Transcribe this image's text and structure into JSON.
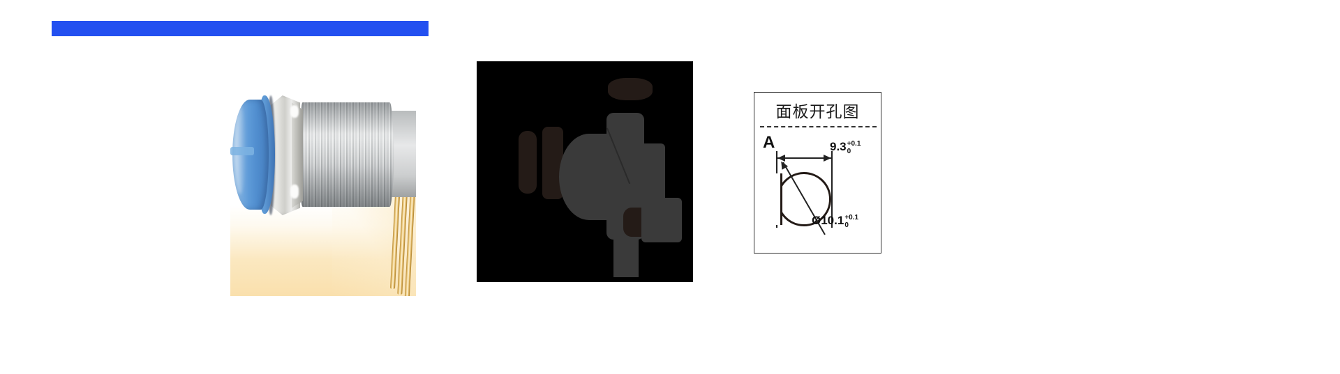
{
  "header": {
    "bar_color": "#2350f0"
  },
  "product_photo": {
    "alt": "blue-cap-push-button-switch-photo",
    "cap_color": "#5d9ad8",
    "barrel_color": "#d3d5d6",
    "nut_color": "#e3e3e0",
    "pin_color": "#e0b662",
    "backdrop_color": "#fae2b0"
  },
  "technical_render": {
    "alt": "dark-product-render",
    "background_color": "#000000",
    "shape_color": "#3a3a3a",
    "accent_color": "#241b17"
  },
  "panel_cutout": {
    "title": "面板开孔图",
    "reference_letter": "A",
    "width_dimension": {
      "value": "9.3",
      "tol_upper": "+0.1",
      "tol_lower": "0"
    },
    "diameter_dimension": {
      "value": "Ø10.1",
      "tol_upper": "+0.1",
      "tol_lower": "0"
    },
    "border_color": "#333333",
    "line_color": "#231a16"
  }
}
